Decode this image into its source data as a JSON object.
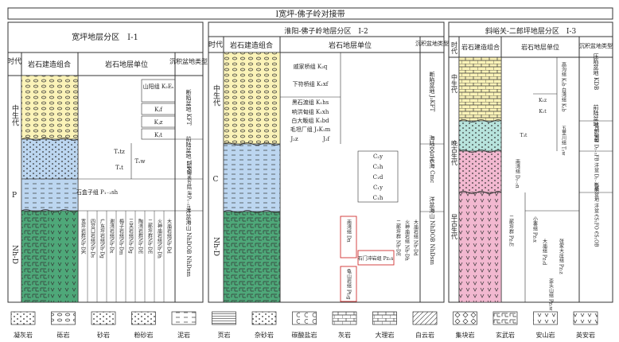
{
  "title": "Ⅰ宽坪-佛子岭对接带",
  "panels": [
    {
      "heading": "宽坪地层分区　Ⅰ-1",
      "col_era": "时代",
      "col_rock": "岩石建造组合",
      "col_unit": "岩石地层单位",
      "col_basin": "沉积盆地类型",
      "eras": [
        "中生代",
        "P",
        "Nh-D"
      ],
      "units_upper": [
        "山阳组 K₂Eₛ",
        "Kⱼf",
        "Kⱼz",
        "Kⱼt",
        "Tₛtz",
        "Tₛt",
        "Tₛw"
      ],
      "unit_perm": "石盒子组 P₁₋₂sh",
      "units_lower": [
        "宽坪岩群Nh-DK",
        "四岔口岩组Nh-Ds",
        "广东坪岩组Nh-Dg",
        "谢湾岩组Nh-Dx",
        "梅子岩组Nh-Dm",
        "三关岩组Nh-Dg",
        "陶湾岩群Nh-DE",
        "二郎坪群Nh-DE",
        "火神庙岩组Nh-Dh",
        "大庙岩组Nh-Dd"
      ],
      "basins": [
        "断陷盆地 KFT",
        "前陆盆地 T₂FB",
        "陆交海表互陆 海P₁₋₂mc",
        "洋盆海山 NhDOB NhDsm"
      ]
    },
    {
      "heading": "淮阳-佛子岭地层分区　Ⅰ-2",
      "col_era": "时代",
      "col_rock": "岩石建造组合",
      "col_unit": "岩石地层单位",
      "col_basin": "沉积盆地类型",
      "eras": [
        "中生代",
        "C",
        "Nh-D"
      ],
      "units_upper": [
        "戚家桥组 K₂q",
        "下符桥组 K₁xf",
        "黑石渡组 K₁hs",
        "响洪甸组 K₁xh",
        "白大畈组 K₁bd",
        "毛坦厂组 J₃K₁m",
        "J₂z",
        "J₂f"
      ],
      "units_carb": [
        "C₂y",
        "C₂h",
        "C₁d",
        "C₁y",
        "C₁h"
      ],
      "units_lower": [
        "南湾组 Dn",
        "龟山岩组 Pt₂g",
        "石门冲岩组 Pz₁s",
        "二郎坪群 Nh-DE",
        "火神庙岩组 Nh-Dh",
        "大庙岩组 Nh-Dd"
      ],
      "basins": [
        "断陷盆地 J₂KFT",
        "海陆交互表海 Cmc",
        "洋盆海山 NhDOB NhDsm"
      ]
    },
    {
      "heading": "斜峪关-二郎坪地层分区　Ⅰ-3",
      "col_era": "时代",
      "col_rock": "岩石建造组合",
      "col_unit": "岩石地层单位",
      "col_basin": "沉积盆地类型",
      "eras": [
        "中生代",
        "晚古生代",
        "早古生代"
      ],
      "units_upper": [
        "高沟组 K₂b",
        "白湾组 K₁b",
        "K₁z",
        "K₁t",
        "五里川组 T₂w",
        "T₃t"
      ],
      "units_lower": [
        "南湾组 D₂₋₃n",
        "小寨组 Pz₁x",
        "二郎坪群 Pz₁E",
        "大庙组 Pz₁d",
        "张家大庄组 Pz₁z",
        "歪头山组 Pz₁w"
      ],
      "basins": [
        "压陷盆地 KDB",
        "前陆盆地 T₂FB",
        "弧前盆地 D₂₋₃FB 洋盆 D₂₋₃OB",
        "弧前盆地 洋盆 €S₁FO €S₁OB"
      ]
    }
  ],
  "legend": [
    {
      "label": "凝灰岩",
      "icon": "tuff-pattern"
    },
    {
      "label": "砾岩",
      "icon": "conglomerate-pattern"
    },
    {
      "label": "砂岩",
      "icon": "sandstone-pattern"
    },
    {
      "label": "粉砂岩",
      "icon": "siltstone-pattern"
    },
    {
      "label": "泥岩",
      "icon": "mudstone-pattern"
    },
    {
      "label": "页岩",
      "icon": "shale-pattern"
    },
    {
      "label": "杂砂岩",
      "icon": "greywacke-pattern"
    },
    {
      "label": "碳酸盐岩",
      "icon": "carbonate-pattern"
    },
    {
      "label": "灰岩",
      "icon": "limestone-pattern"
    },
    {
      "label": "大理岩",
      "icon": "marble-pattern"
    },
    {
      "label": "白云岩",
      "icon": "dolomite-pattern"
    },
    {
      "label": "集块岩",
      "icon": "agglomerate-pattern"
    },
    {
      "label": "玄武岩",
      "icon": "basalt-pattern"
    },
    {
      "label": "安山岩",
      "icon": "andesite-pattern"
    },
    {
      "label": "英安岩",
      "icon": "dacite-pattern"
    }
  ],
  "colors": {
    "yellow": "#fbf3b8",
    "blue": "#bcd6f0",
    "teal": "#b7e3dc",
    "green": "#4ea879",
    "pink": "#f2b8d0",
    "border": "#333333"
  }
}
